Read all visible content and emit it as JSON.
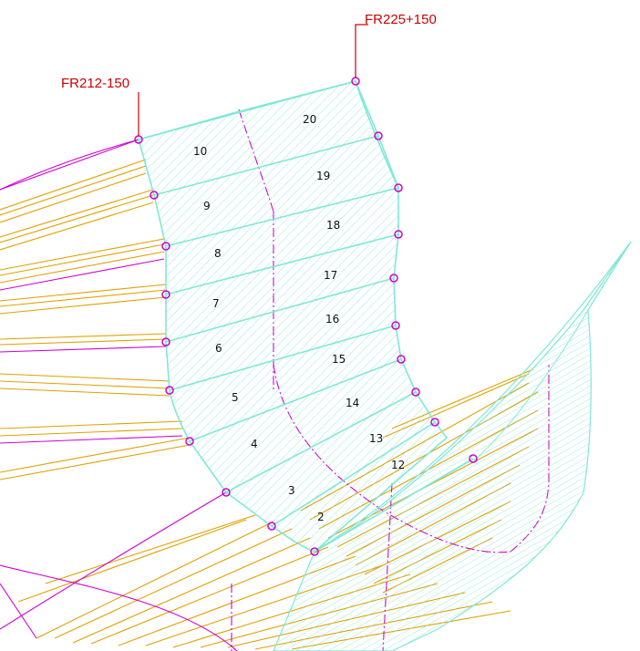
{
  "frame_labels": {
    "left": "FR212-150",
    "top": "FR225+150"
  },
  "panels": {
    "left_column": [
      "10",
      "9",
      "8",
      "7",
      "6",
      "5",
      "4",
      "3",
      "2"
    ],
    "right_column": [
      "20",
      "19",
      "18",
      "17",
      "16",
      "15",
      "14",
      "13",
      "12"
    ]
  },
  "colors": {
    "panel_outline": "#7fe8d6",
    "hatch": "#7fe8d6",
    "magenta": "#d000d0",
    "orange": "#e0a000",
    "frame_red": "#cc0000",
    "label": "#111111"
  }
}
